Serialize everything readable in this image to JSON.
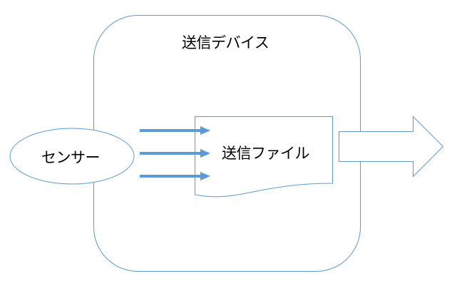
{
  "diagram": {
    "device": {
      "label": "送信デバイス"
    },
    "sensor": {
      "label": "センサー"
    },
    "file": {
      "label": "送信ファイル"
    },
    "data_arrows": [
      {
        "name": "data-flow-1"
      },
      {
        "name": "data-flow-2"
      },
      {
        "name": "data-flow-3"
      }
    ],
    "output_arrow": {
      "name": "output"
    }
  },
  "colors": {
    "stroke": "#5b9bd5",
    "arrow_fill": "#5b9bd5",
    "background": "#ffffff",
    "text": "#000000"
  }
}
